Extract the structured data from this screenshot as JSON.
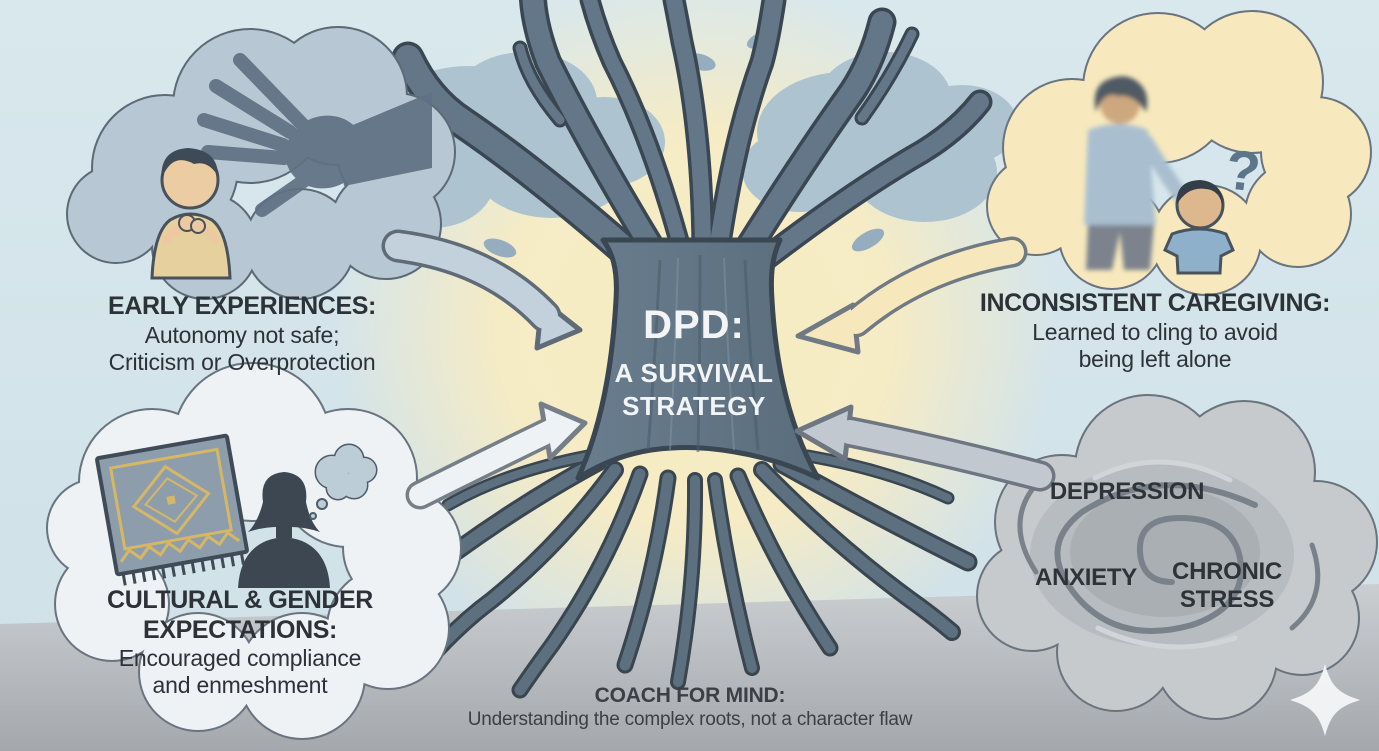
{
  "trunk": {
    "title": "DPD:",
    "line1": "A SURVIVAL",
    "line2": "STRATEGY"
  },
  "bubbles": {
    "early_experiences": {
      "heading": "EARLY EXPERIENCES:",
      "body_line1": "Autonomy not safe;",
      "body_line2": "Criticism or Overprotection"
    },
    "inconsistent_caregiving": {
      "heading": "INCONSISTENT CAREGIVING:",
      "body_line1": "Learned to cling to avoid",
      "body_line2": "being left alone",
      "question_mark": "?"
    },
    "cultural_gender": {
      "heading_line1": "CULTURAL & GENDER",
      "heading_line2": "EXPECTATIONS:",
      "body_line1": "Encouraged compliance",
      "body_line2": "and enmeshment"
    },
    "outcomes": {
      "label_depression": "DEPRESSION",
      "label_anxiety": "ANXIETY",
      "label_chronic_stress": "CHRONIC STRESS"
    }
  },
  "footer": {
    "heading": "COACH FOR MIND:",
    "subtitle": "Understanding the complex roots, not a character flaw"
  },
  "palette": {
    "sky": "#d6e7ec",
    "glow": "#f8ecc2",
    "ground_top": "#cbced1",
    "ground_bottom": "#a4a8ac",
    "trunk": "#5f7282",
    "trunk_outline": "#3a4651",
    "foliage": "#adc3d0",
    "cloud_blue": "#b7c7d3",
    "cloud_yellow": "#f7e9bd",
    "cloud_white": "#eef2f4",
    "cloud_gray": "#c7cacd",
    "arrow_blue": "#c3d1dd",
    "arrow_yellow": "#f6e8bc",
    "arrow_white": "#eef2f4",
    "arrow_gray": "#c2c8cf",
    "text_dark": "#2c3237",
    "text_light": "#f2f4f6"
  }
}
